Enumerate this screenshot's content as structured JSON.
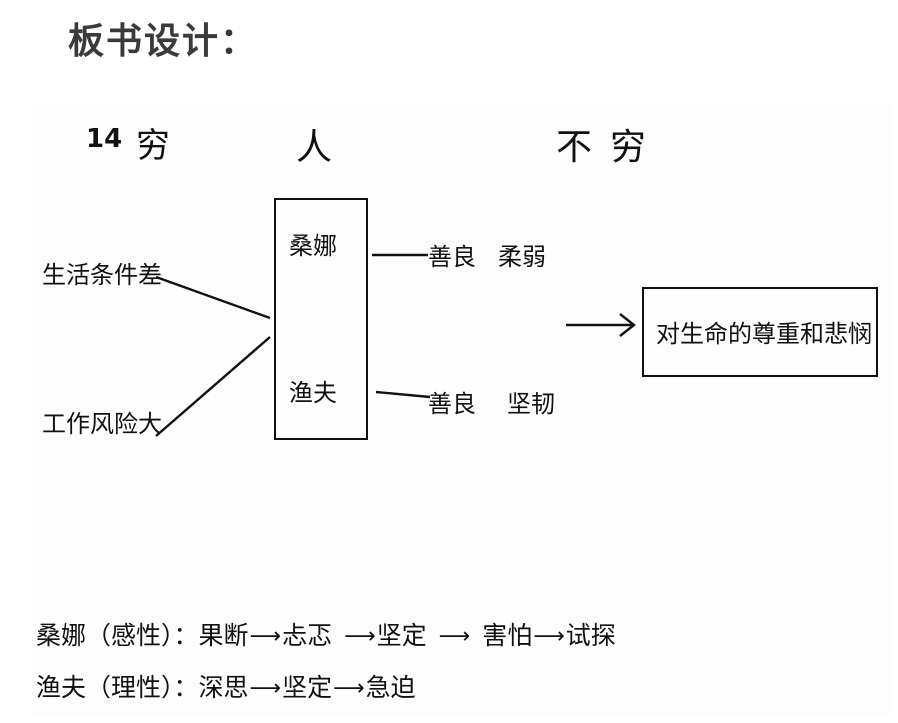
{
  "heading": "板书设计：",
  "top": {
    "number": "14",
    "qiong": "穷",
    "ren": "人",
    "bu": "不",
    "qiong2": "穷"
  },
  "left_causes": [
    "生活条件差",
    "工作风险大"
  ],
  "characters_box": {
    "top_name": "桑娜",
    "bottom_name": "渔夫"
  },
  "traits": {
    "sangna": [
      "善良",
      "柔弱"
    ],
    "yufu": [
      "善良",
      "坚韧"
    ]
  },
  "conclusion": "对生命的尊重和悲悯",
  "summary": {
    "line1": {
      "label": "桑娜（感性）：",
      "steps": [
        "果断",
        "忐忑",
        "坚定",
        "害怕",
        "试探"
      ]
    },
    "line2": {
      "label": "渔夫（理性）：",
      "steps": [
        "深思",
        "坚定",
        "急迫"
      ]
    }
  }
}
